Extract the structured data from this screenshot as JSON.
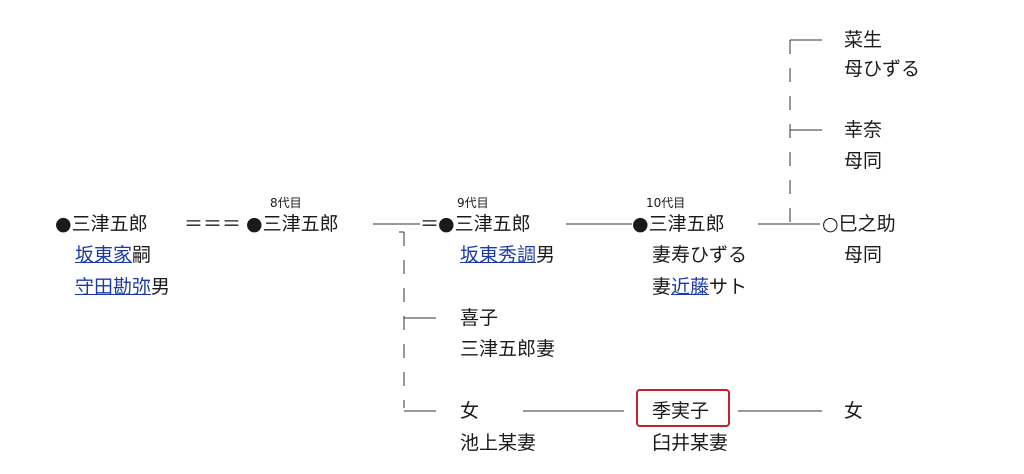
{
  "generations": {
    "g8": "8代目",
    "g9": "9代目",
    "g10": "10代目"
  },
  "root": {
    "name": "●三津五郎",
    "heir_link": "坂東家",
    "heir_suffix": "嗣",
    "origin_link": "守田勘弥",
    "origin_suffix": "男",
    "connector": "＝＝＝"
  },
  "gen8": {
    "name": "●三津五郎"
  },
  "gen9": {
    "prefix": "＝",
    "name": "●三津五郎",
    "origin_link": "坂東秀調",
    "origin_suffix": "男"
  },
  "gen10": {
    "name": "●三津五郎",
    "wife1": "妻寿ひずる",
    "wife2_prefix": "妻",
    "wife2_link": "近藤",
    "wife2_suffix": "サト"
  },
  "children10": [
    {
      "name": "菜生",
      "note": "母ひずる"
    },
    {
      "name": "幸奈",
      "note": "母同"
    },
    {
      "name": "○巳之助",
      "note": "母同"
    }
  ],
  "siblings9": [
    {
      "name": "喜子",
      "note": "三津五郎妻"
    },
    {
      "name": "女",
      "note": "池上某妻"
    }
  ],
  "kimiko": {
    "name": "季実子",
    "note": "臼井某妻"
  },
  "kimiko_child": {
    "name": "女"
  },
  "colors": {
    "link": "#1a3aa8",
    "highlight_border": "#c8202a",
    "line": "#333333"
  }
}
